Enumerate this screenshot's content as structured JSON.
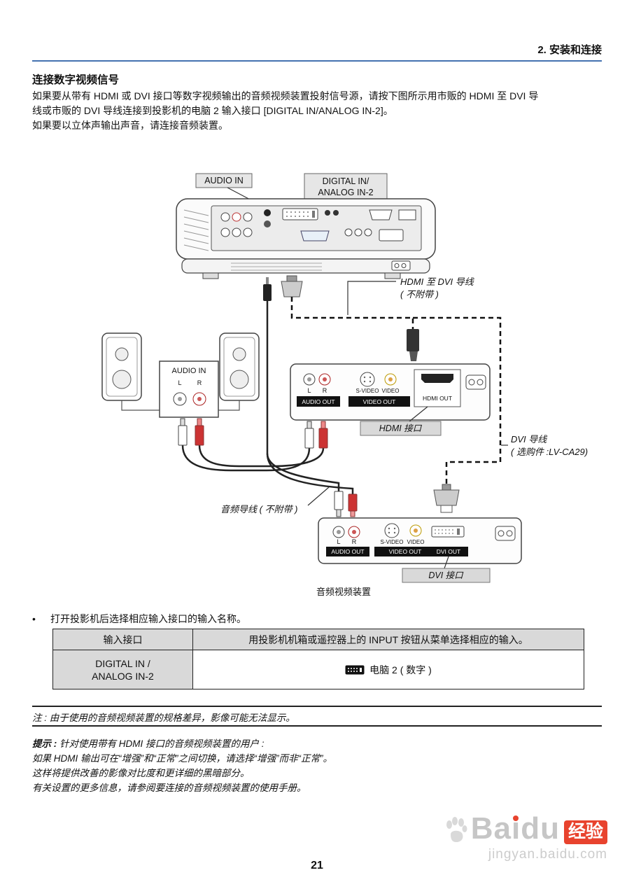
{
  "header": {
    "chapter": "2. 安装和连接"
  },
  "intro": {
    "title": "连接数字视频信号",
    "line1": "如果要从带有 HDMI 或 DVI 接口等数字视频输出的音频视频装置投射信号源，请按下图所示用市贩的 HDMI 至 DVI 导",
    "line2": "线或市贩的 DVI 导线连接到投影机的电脑 2 输入接口 [DIGITAL IN/ANALOG IN-2]。",
    "line3": "如果要以立体声输出声音，请连接音频装置。"
  },
  "diagram": {
    "audio_in_label": "AUDIO IN",
    "digital_line1": "DIGITAL IN/",
    "digital_line2": "ANALOG IN-2",
    "hdmi_dvi_cable_line1": "HDMI 至 DVI 导线",
    "hdmi_dvi_cable_line2": "( 不附带 )",
    "dvi_cable_line1": "DVI 导线",
    "dvi_cable_line2": "( 选购件 :LV-CA29)",
    "audio_cable_label": "音频导线 ( 不附带 )",
    "hdmi_port_label": "HDMI 接口",
    "dvi_port_label": "DVI 接口",
    "av_device_caption": "音频视频装置",
    "speaker_panel_title": "AUDIO IN",
    "l": "L",
    "r": "R",
    "audio_out": "AUDIO OUT",
    "video_out": "VIDEO OUT",
    "hdmi_out": "HDMI OUT",
    "dvi_out": "DVI OUT",
    "s_video": "S-VIDEO",
    "video": "VIDEO"
  },
  "selection": {
    "bullet": "打开投影机后选择相应输入接口的输入名称。"
  },
  "table": {
    "col1_header": "输入接口",
    "col2_header": "用投影机机箱或遥控器上的 INPUT 按钮从菜单选择相应的输入。",
    "row_col1_line1": "DIGITAL IN /",
    "row_col1_line2": "ANALOG IN-2",
    "row_col2": "电脑 2 ( 数字 )"
  },
  "note": {
    "text": "注 : 由于使用的音频视频装置的规格差异，影像可能无法显示。"
  },
  "tips": {
    "label": "提示 :",
    "line1": "针对使用带有 HDMI 接口的音频视频装置的用户 :",
    "line2": "如果 HDMI 输出可在“增强”和“正常”之间切换，请选择“增强”而非“正常”。",
    "line3": "这样将提供改善的影像对比度和更详细的黑暗部分。",
    "line4": "有关设置的更多信息，请参阅要连接的音频视频装置的使用手册。"
  },
  "watermark": {
    "brand": "Baidu",
    "badge": "经验",
    "url": "jingyan.baidu.com"
  },
  "footer": {
    "page_number": "21"
  }
}
